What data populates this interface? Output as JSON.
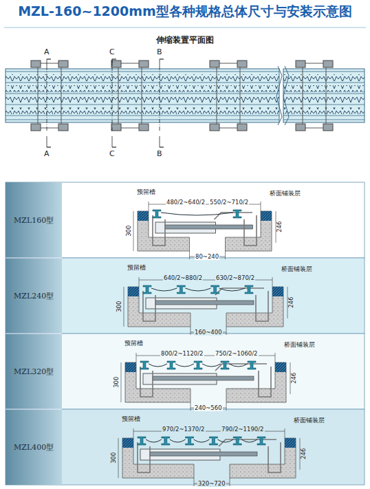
{
  "diagram": {
    "title": "MZL-160~1200mm型各种规格总体尺寸与安装示意图",
    "labels": [
      "伸缩装置平面图",
      "A",
      "C",
      "B",
      "A",
      "C",
      "B",
      "MZL160型",
      "预留槽",
      "480/2~640/2",
      "550/2~710/2",
      "桥面铺装层",
      "300",
      "246",
      "80~240",
      "MZL240型",
      "预留槽",
      "640/2~880/2",
      "630/2~870/2",
      "桥面铺装层",
      "300",
      "246",
      "160~400",
      "MZL320型",
      "预留槽",
      "800/2~1120/2",
      "750/2~1060/2",
      "桥面铺装层",
      "300",
      "246",
      "240~560",
      "MZL400型",
      "预留槽",
      "970/2~1370/2",
      "790/2~1190/2",
      "桥面铺装层",
      "300",
      "246",
      "320~720"
    ]
  }
}
